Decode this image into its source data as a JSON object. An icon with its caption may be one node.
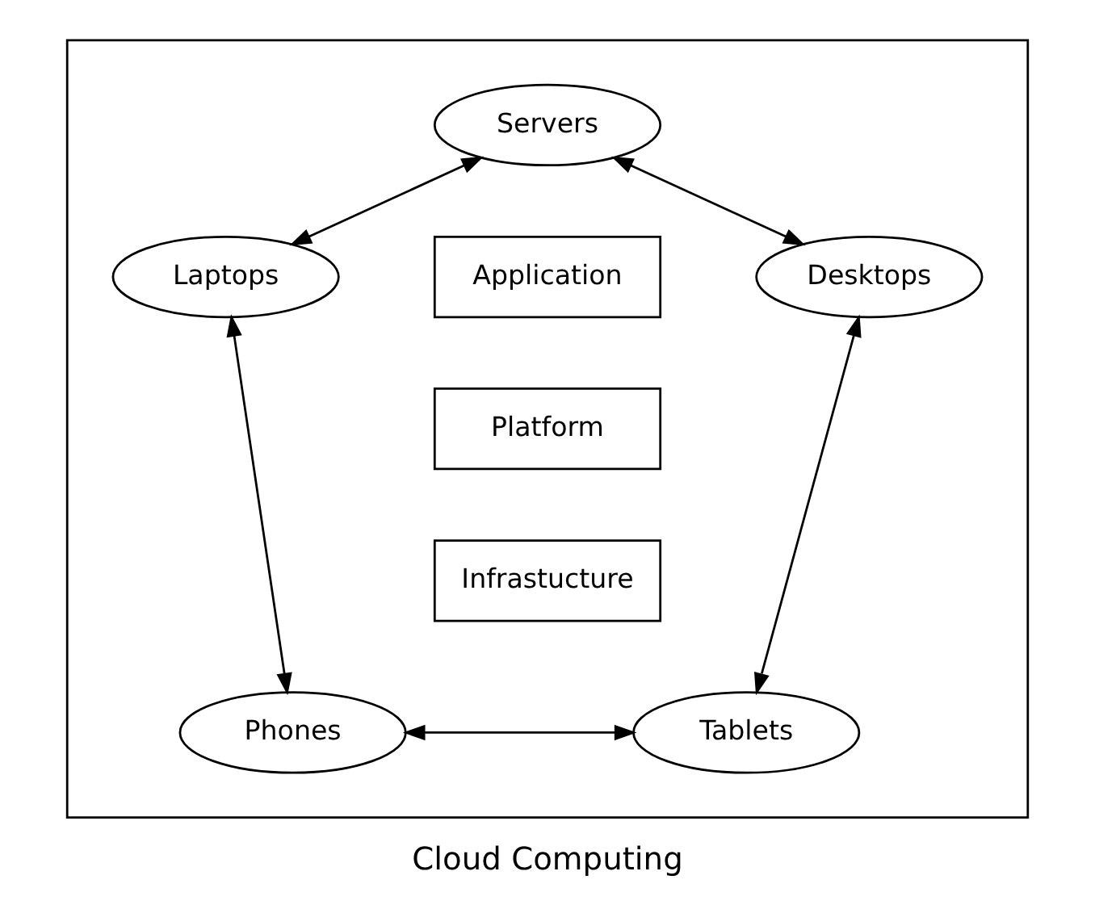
{
  "diagram": {
    "caption": "Cloud Computing",
    "nodes": [
      {
        "text": [],
        "shape": "box"
      },
      {
        "text": [
          "Servers"
        ],
        "in": 0
      },
      {
        "text": [
          "Laptops"
        ],
        "in": 0
      },
      {
        "text": [
          "Application"
        ],
        "in": 0
      },
      {
        "text": [
          "Desktops"
        ],
        "in": 0
      },
      {
        "text": [
          "Platform"
        ],
        "in": 0
      },
      {
        "text": [
          "Infrastucture"
        ],
        "in": 0
      },
      {
        "text": [
          "Phones"
        ],
        "in": 0
      },
      {
        "text": [
          "Tablets"
        ],
        "in": 0
      }
    ],
    "edges": [
      {
        "from": 1,
        "to": 2,
        "arrow": "both"
      },
      {
        "from": 1,
        "to": 4,
        "arrow": "both"
      },
      {
        "from": 2,
        "to": 7,
        "arrow": "both"
      },
      {
        "from": 4,
        "to": 8,
        "arrow": "both"
      },
      {
        "from": 7,
        "to": 8,
        "arrow": "both"
      }
    ]
  }
}
